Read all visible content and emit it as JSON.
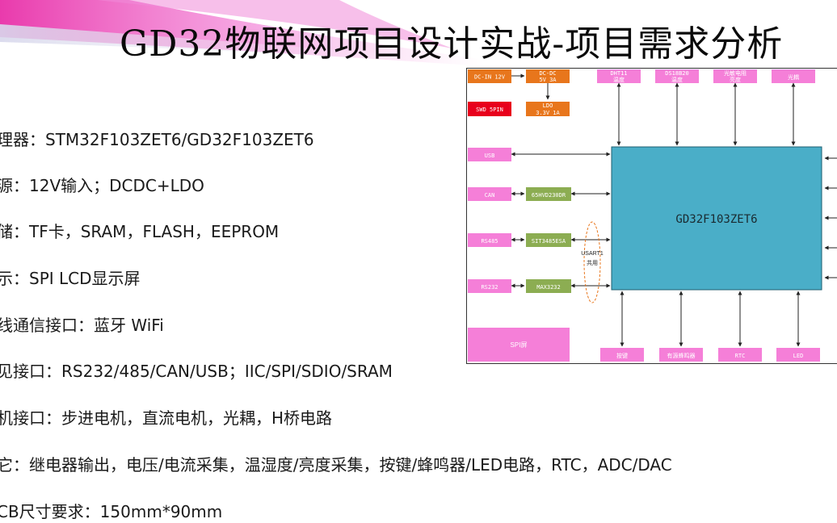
{
  "slide": {
    "title": "GD32物联网项目设计实战-项目需求分析",
    "bullets": [
      "理器：STM32F103ZET6/GD32F103ZET6",
      "源：12V输入；DCDC+LDO",
      "储：TF卡，SRAM，FLASH，EEPROM",
      "示：SPI LCD显示屏",
      "线通信接口：蓝牙 WiFi",
      "见接口：RS232/485/CAN/USB；IIC/SPI/SDIO/SRAM",
      "机接口：步进电机，直流电机，光耦，H桥电路",
      "它：继电器输出，电压/电流采集，温湿度/亮度采集，按键/蜂鸣器/LED电路，RTC，ADC/DAC",
      "CB尺寸要求：150mm*90mm"
    ]
  },
  "diagram": {
    "mcu": "GD32F103ZET6",
    "dc_in": "DC-IN 12V",
    "dcdc": [
      "DC-DC",
      "5V 3A"
    ],
    "ldo": [
      "LDO",
      "3.3V 1A"
    ],
    "swd": "SWD 5PIN",
    "usb": "USB",
    "can": "CAN",
    "can_chip": "65HVD230DR",
    "rs485": "RS485",
    "rs485_chip": "SIT3485ESA",
    "rs232": "RS232",
    "rs232_chip": "MAX3232",
    "usart_note": [
      "USART1",
      "共用"
    ],
    "spi_screen": "SPI屏",
    "top_modules": [
      [
        "DHT11",
        "温度"
      ],
      [
        "DS18B20",
        "温度"
      ],
      [
        "光敏电阻",
        "亮度"
      ],
      [
        "光耦"
      ]
    ],
    "bottom_modules": [
      "按键",
      "有源蜂鸣器",
      "RTC",
      "LED"
    ],
    "colors": {
      "orange": "#e8761c",
      "red": "#e8001c",
      "pink": "#f57fd8",
      "green": "#8cad52",
      "mcu": "#4aaec8"
    }
  }
}
